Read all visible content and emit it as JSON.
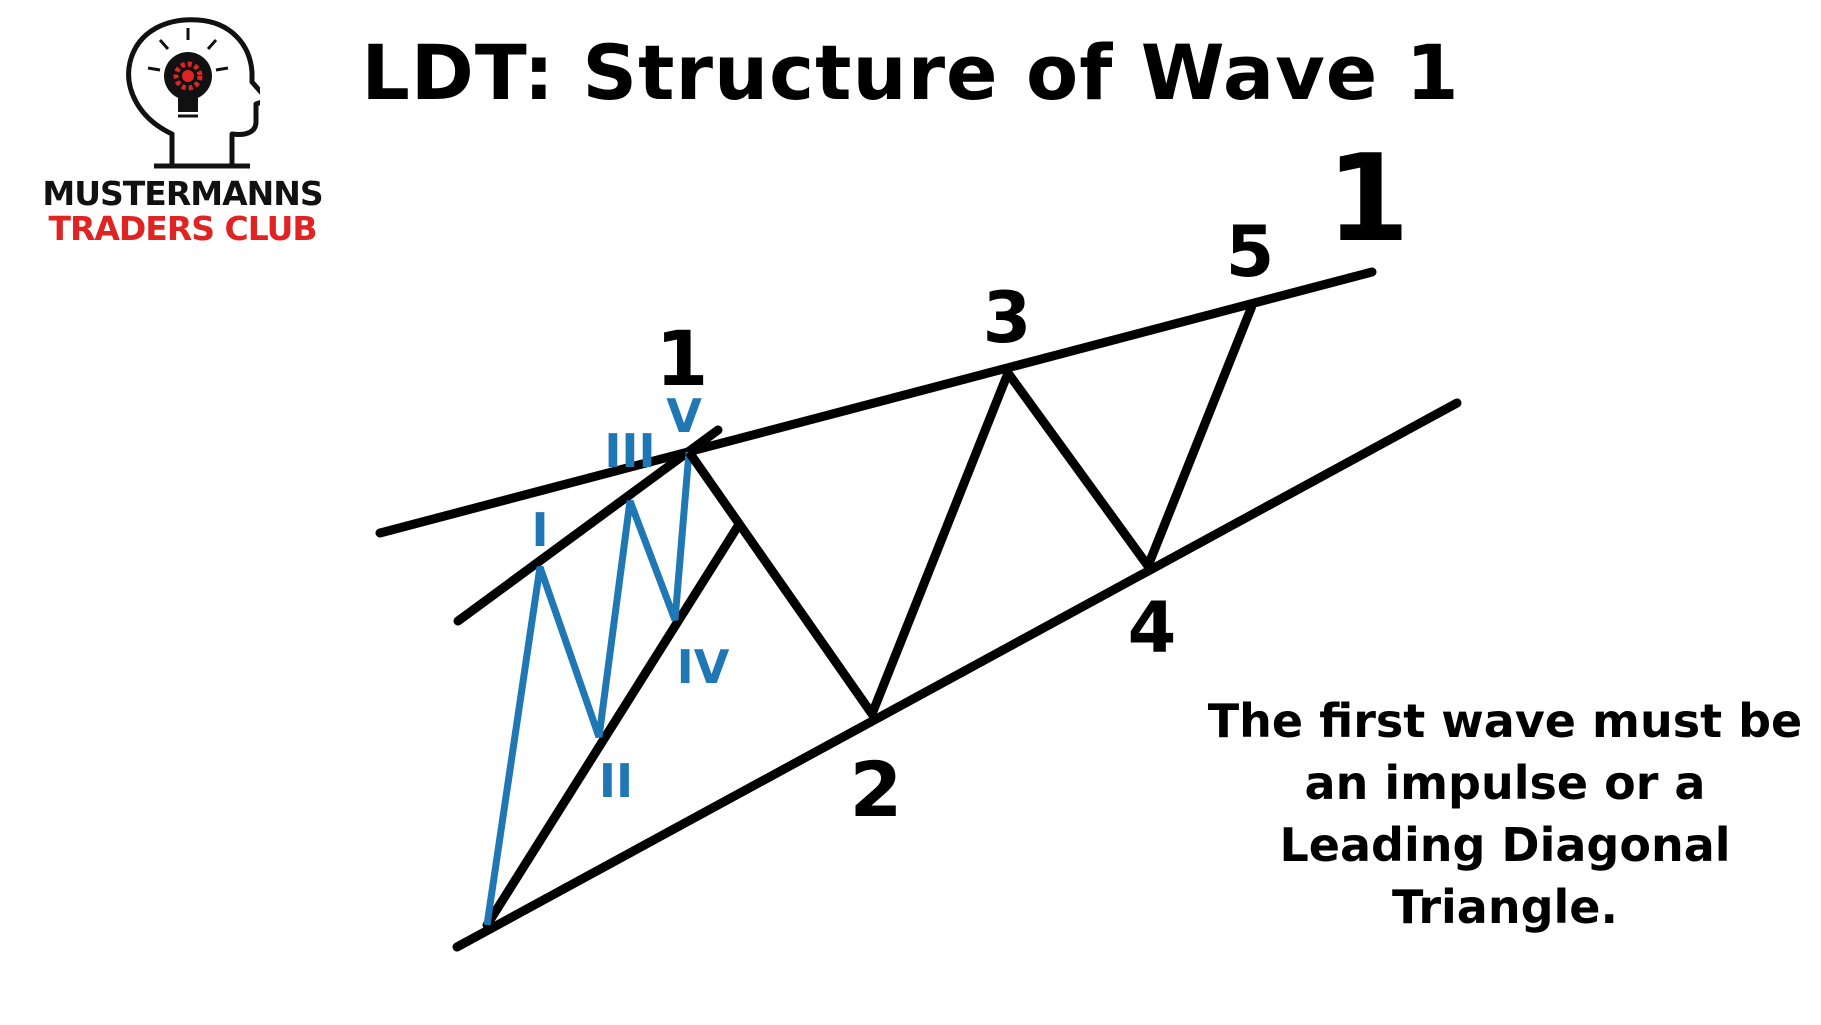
{
  "title": "LDT: Structure of Wave 1",
  "logo": {
    "line1": "MUSTERMANNS",
    "line2": "TRADERS CLUB",
    "icon": "head-lightbulb-gear-icon",
    "colors": {
      "dark": "#111111",
      "accent": "#e02424"
    }
  },
  "diagram": {
    "main_labels": {
      "wave1_top": "1",
      "w1": "1",
      "w2": "2",
      "w3": "3",
      "w4": "4",
      "w5": "5"
    },
    "sub_labels": {
      "i": "I",
      "ii": "II",
      "iii": "III",
      "iv": "IV",
      "v": "V"
    },
    "colors": {
      "main": "#000000",
      "sub": "#1f77b4"
    }
  },
  "caption": {
    "line1": "The first wave must be",
    "line2": "an impulse or a",
    "line3": "Leading Diagonal",
    "line4": "Triangle."
  }
}
